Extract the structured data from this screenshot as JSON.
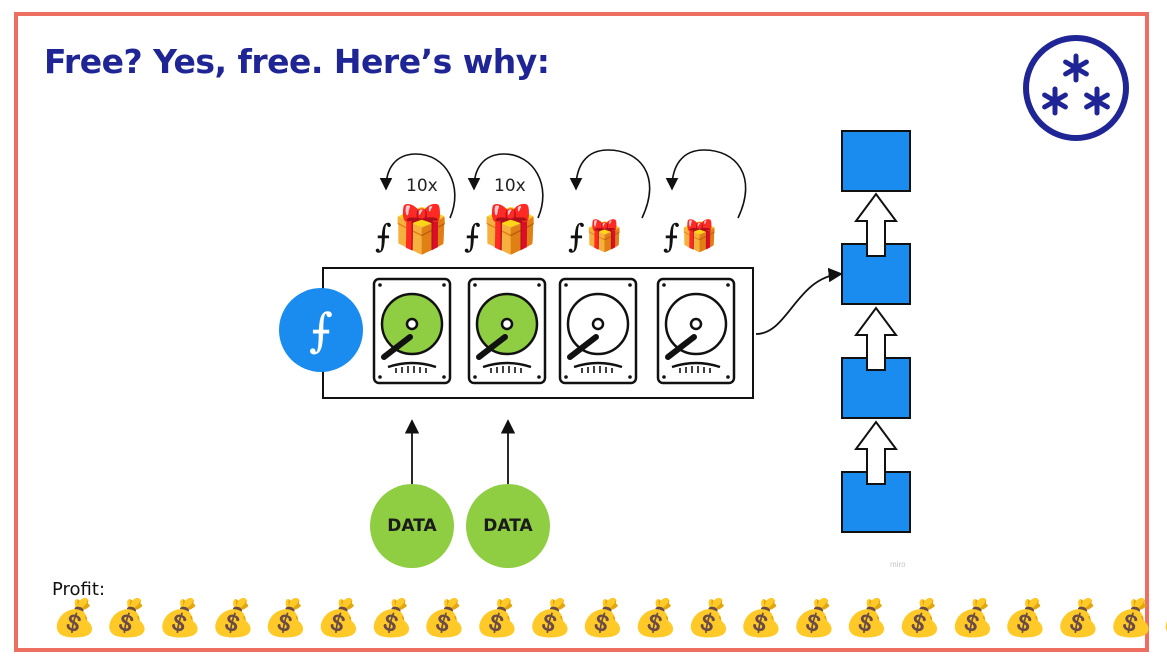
{
  "slide": {
    "title": "Free? Yes, free. Here’s why:",
    "accent_border_color": "#ee6f62",
    "title_color": "#1f2595"
  },
  "logo": {
    "name": "three-asterisks-logo",
    "color": "#1f2595"
  },
  "rewards": [
    {
      "glyph": "⨍",
      "icon": "gift-icon",
      "emoji": "🎁",
      "size": "large",
      "multiplier": "10x"
    },
    {
      "glyph": "⨍",
      "icon": "gift-icon",
      "emoji": "🎁",
      "size": "large",
      "multiplier": "10x"
    },
    {
      "glyph": "⨍",
      "icon": "gift-icon",
      "emoji": "🎁",
      "size": "small",
      "multiplier": ""
    },
    {
      "glyph": "⨍",
      "icon": "gift-icon",
      "emoji": "🎁",
      "size": "small",
      "multiplier": ""
    }
  ],
  "storage": {
    "provider_icon": "filecoin-icon",
    "provider_color": "#1a8cf0",
    "disks": [
      {
        "icon": "hard-drive-icon",
        "filled": true
      },
      {
        "icon": "hard-drive-icon",
        "filled": true
      },
      {
        "icon": "hard-drive-icon",
        "filled": false
      },
      {
        "icon": "hard-drive-icon",
        "filled": false
      }
    ],
    "disk_fill_color": "#8fcd43"
  },
  "data_inputs": [
    {
      "label": "DATA"
    },
    {
      "label": "DATA"
    }
  ],
  "blockchain": {
    "blocks": 4,
    "block_color": "#1a8cf0"
  },
  "watermark": "miro",
  "profit": {
    "label": "Profit:",
    "bag_icon": "money-bag-icon",
    "bag_emoji": "💰",
    "bag_count": 22
  }
}
